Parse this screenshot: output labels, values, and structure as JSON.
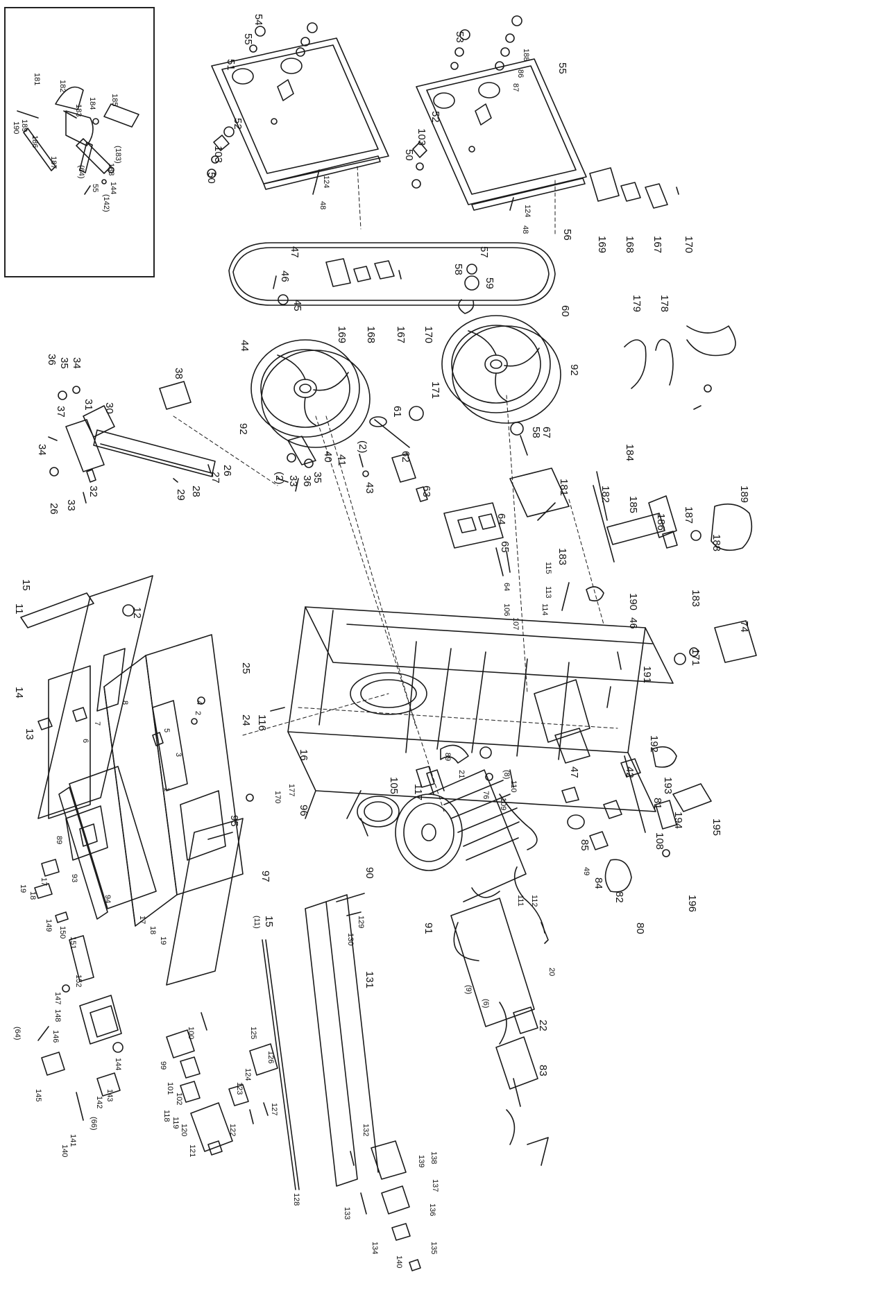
{
  "title": "",
  "callouts": [
    "54",
    "55",
    "51",
    "52",
    "103",
    "50",
    "124",
    "48",
    "53",
    "188",
    "86",
    "87",
    "55",
    "52",
    "103",
    "50",
    "124",
    "48",
    "56",
    "169",
    "168",
    "167",
    "170",
    "47",
    "46",
    "45",
    "169",
    "168",
    "167",
    "170",
    "57",
    "58",
    "59",
    "60",
    "92",
    "44",
    "92",
    "179",
    "178",
    "171",
    "61",
    "62",
    "63",
    "67",
    "58",
    "181",
    "182",
    "185",
    "184",
    "186",
    "187",
    "188",
    "189",
    "183",
    "183",
    "64",
    "65",
    "115",
    "113",
    "114",
    "106",
    "64",
    "107",
    "190",
    "46",
    "74",
    "171",
    "191",
    "192",
    "193",
    "194",
    "195",
    "196",
    "38",
    "37",
    "36",
    "35",
    "34",
    "31",
    "30",
    "34",
    "26",
    "33",
    "32",
    "29",
    "28",
    "27",
    "26",
    "(2)",
    "33",
    "36",
    "35",
    "40",
    "41",
    "(2)",
    "43",
    "15",
    "11",
    "12",
    "14",
    "13",
    "8",
    "7",
    "6",
    "4",
    "5",
    "3",
    "2",
    "1",
    "25",
    "24",
    "116",
    "16",
    "89",
    "21",
    "110",
    "105",
    "117",
    "76",
    "109",
    "90",
    "91",
    "111",
    "112",
    "20",
    "22",
    "83",
    "85",
    "49",
    "84",
    "82",
    "42",
    "81",
    "47",
    "108",
    "80",
    "170",
    "177",
    "96",
    "95",
    "97",
    "15",
    "(11)",
    "19",
    "18",
    "17",
    "149",
    "150",
    "151",
    "89",
    "93",
    "94",
    "17",
    "18",
    "19",
    "152",
    "147",
    "148",
    "146",
    "(64)",
    "145",
    "144",
    "143",
    "142",
    "(66)",
    "141",
    "140",
    "100",
    "99",
    "101",
    "102",
    "118",
    "119",
    "120",
    "121",
    "122",
    "123",
    "124",
    "125",
    "126",
    "127",
    "128",
    "129",
    "130",
    "131",
    "132",
    "133",
    "139",
    "138",
    "137",
    "136",
    "135",
    "134",
    "140",
    "(9)",
    "(6)",
    "(8)"
  ],
  "inset_callouts": [
    "181",
    "182",
    "183",
    "184",
    "185",
    "186",
    "(183)",
    "188",
    "144",
    "(142)",
    "55",
    "(64)",
    "187",
    "190",
    "189"
  ]
}
